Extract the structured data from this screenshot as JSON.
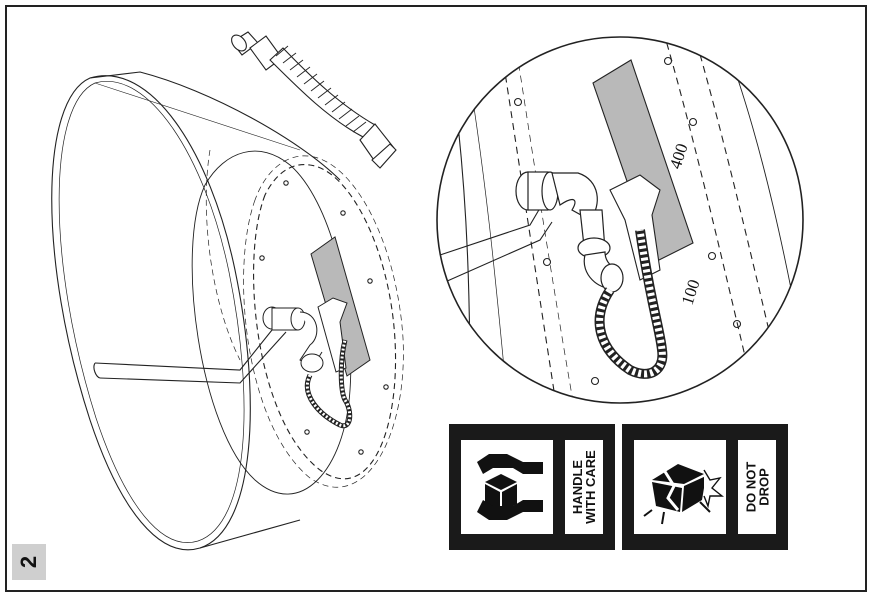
{
  "figure": {
    "step_number": "2",
    "scale_marks": [
      "400",
      "100"
    ]
  },
  "labels": [
    {
      "text": "HANDLE\nWITH CARE",
      "icon": "hands-holding-box-icon"
    },
    {
      "text": "DO NOT\nDROP",
      "icon": "broken-box-icon"
    }
  ]
}
